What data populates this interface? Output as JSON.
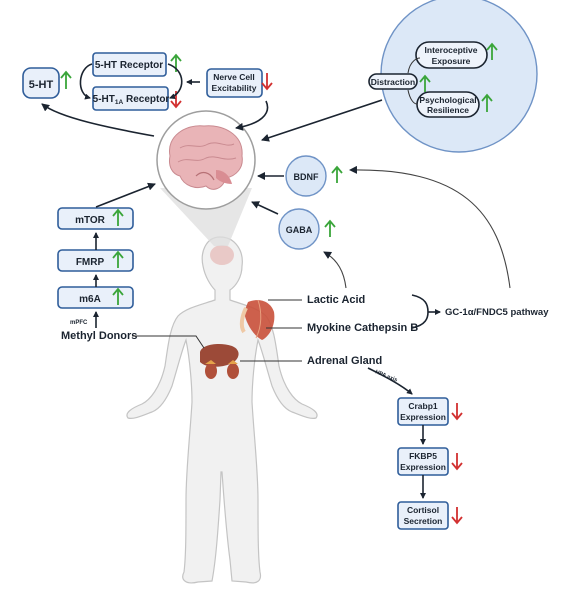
{
  "colors": {
    "box_fill": "#e9f0fa",
    "box_stroke": "#2f5d9a",
    "circle_fill": "#dce8f7",
    "up_arrow": "#3aa53a",
    "down_arrow": "#d23030",
    "body_fill": "#f1f1f1",
    "muscle": "#c9503a"
  },
  "top_left": {
    "serotonin": "5-HT",
    "ht_receptor": "5-HT Receptor",
    "ht1a_prefix": "5-HT",
    "ht1a_sub": "1A",
    "ht1a_suffix": " Receptor",
    "nerve_line1": "Nerve Cell",
    "nerve_line2": "Excitability"
  },
  "mind": {
    "interoceptive_line1": "Interoceptive",
    "interoceptive_line2": "Exposure",
    "distraction": "Distraction",
    "resilience_line1": "Psychological",
    "resilience_line2": "Resilience"
  },
  "factors": {
    "bdnf": "BDNF",
    "gaba": "GABA"
  },
  "pathway": {
    "mtor": "mTOR",
    "fmrp": "FMRP",
    "m6a": "m6A",
    "mpfc": "mPFC",
    "methyl": "Methyl Donors"
  },
  "body_labels": {
    "lactic": "Lactic Acid",
    "cathepsin": "Myokine Cathepsin B",
    "gc1": "GC-1α/FNDC5 pathway",
    "adrenal": "Adrenal Gland",
    "hpa": "HPA axis"
  },
  "hpa_cascade": {
    "crabp_line1": "Crabp1",
    "crabp_line2": "Expression",
    "fkbp_line1": "FKBP5",
    "fkbp_line2": "Expression",
    "cortisol_line1": "Cortisol",
    "cortisol_line2": "Secretion"
  },
  "icons": [
    "brain-icon",
    "human-body-icon",
    "muscle-icon",
    "liver-icon",
    "adrenal-gland-icon",
    "up-arrow-icon",
    "down-arrow-icon"
  ]
}
